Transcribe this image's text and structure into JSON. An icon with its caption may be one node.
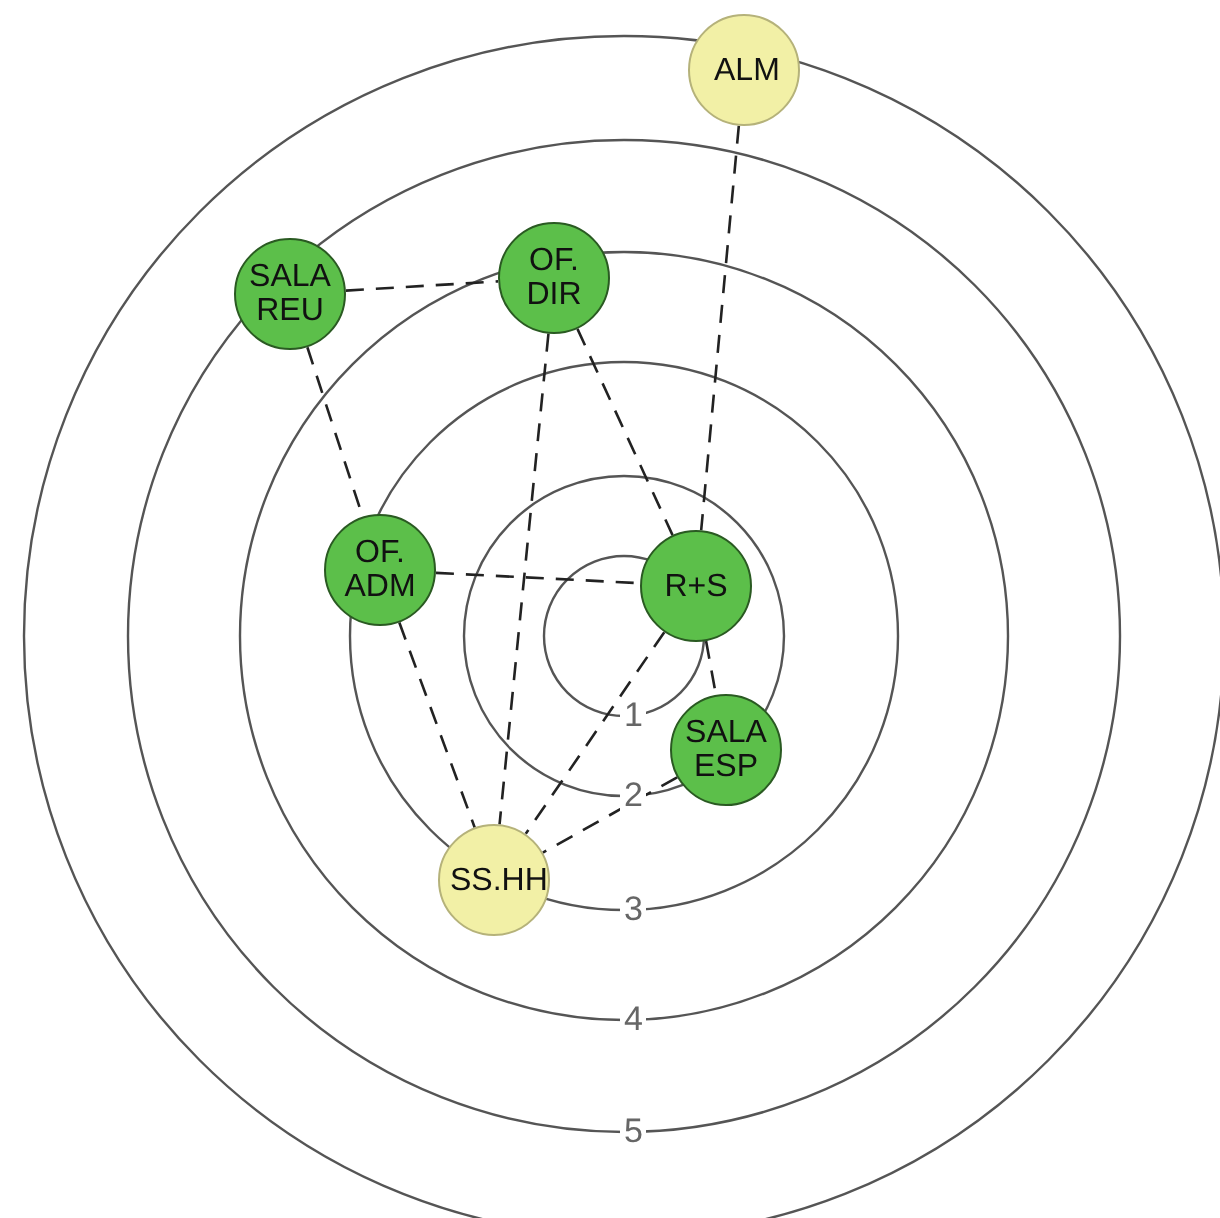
{
  "diagram": {
    "nodes": [
      {
        "text": [
          "ALM"
        ]
      },
      {
        "text": [
          "SALA REU"
        ]
      },
      {
        "text": [
          "OF. DIR"
        ]
      },
      {
        "text": [
          "OF. ADM"
        ]
      },
      {
        "text": [
          "R+S"
        ]
      },
      {
        "text": [
          "SALA ESP"
        ]
      },
      {
        "text": [
          "SS.HH"
        ]
      }
    ],
    "edges": [
      {
        "from": 1,
        "to": 2,
        "arrow": "none",
        "style": "dashed"
      },
      {
        "from": 1,
        "to": 3,
        "arrow": "none",
        "style": "dashed"
      },
      {
        "from": 2,
        "to": 4,
        "arrow": "none",
        "style": "dashed"
      },
      {
        "from": 2,
        "to": 6,
        "arrow": "none",
        "style": "dashed"
      },
      {
        "from": 0,
        "to": 4,
        "arrow": "none",
        "style": "dashed"
      },
      {
        "from": 3,
        "to": 4,
        "arrow": "none",
        "style": "dashed"
      },
      {
        "from": 3,
        "to": 6,
        "arrow": "none",
        "style": "dashed"
      },
      {
        "from": 4,
        "to": 6,
        "arrow": "none",
        "style": "dashed"
      },
      {
        "from": 4,
        "to": 5,
        "arrow": "none",
        "style": "dashed"
      },
      {
        "from": 5,
        "to": 6,
        "arrow": "none",
        "style": "dashed"
      }
    ],
    "labels": [
      "1",
      "2",
      "3",
      "4",
      "5"
    ]
  }
}
